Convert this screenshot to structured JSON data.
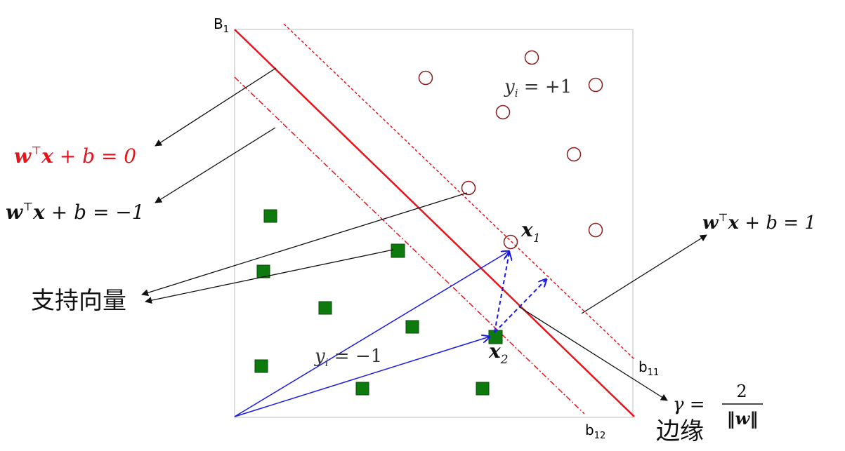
{
  "labels": {
    "b1": "B",
    "b1_sub": "1",
    "b11": "b",
    "b11_sub": "11",
    "b12": "b",
    "b12_sub": "12",
    "hyperplane_w": "w",
    "hyperplane_T": "⊤",
    "hyperplane_x": "x",
    "hyperplane_rest": " + b = 0",
    "neg_w": "w",
    "neg_T": "⊤",
    "neg_x": "x",
    "neg_rest": " + b = −1",
    "pos_w": "w",
    "pos_T": "⊤",
    "pos_x": "x",
    "pos_rest": " + b = 1",
    "support_vectors": "支持向量",
    "margin": "边缘",
    "class_pos_y": "y",
    "class_pos_i": "i",
    "class_pos_rest": " = +1",
    "class_neg_y": "y",
    "class_neg_i": "i",
    "class_neg_rest": " = −1",
    "x1": "x",
    "x1_sub": "1",
    "x2": "x",
    "x2_sub": "2",
    "gamma": "γ = ",
    "gamma_num": "2",
    "gamma_den": "‖w‖"
  },
  "colors": {
    "hyperplane": "#e8141c",
    "positive_point": "#8b1c1c",
    "negative_point": "#0d7a0d",
    "vector": "#1a1ae6",
    "frame": "#bbbbbb"
  }
}
